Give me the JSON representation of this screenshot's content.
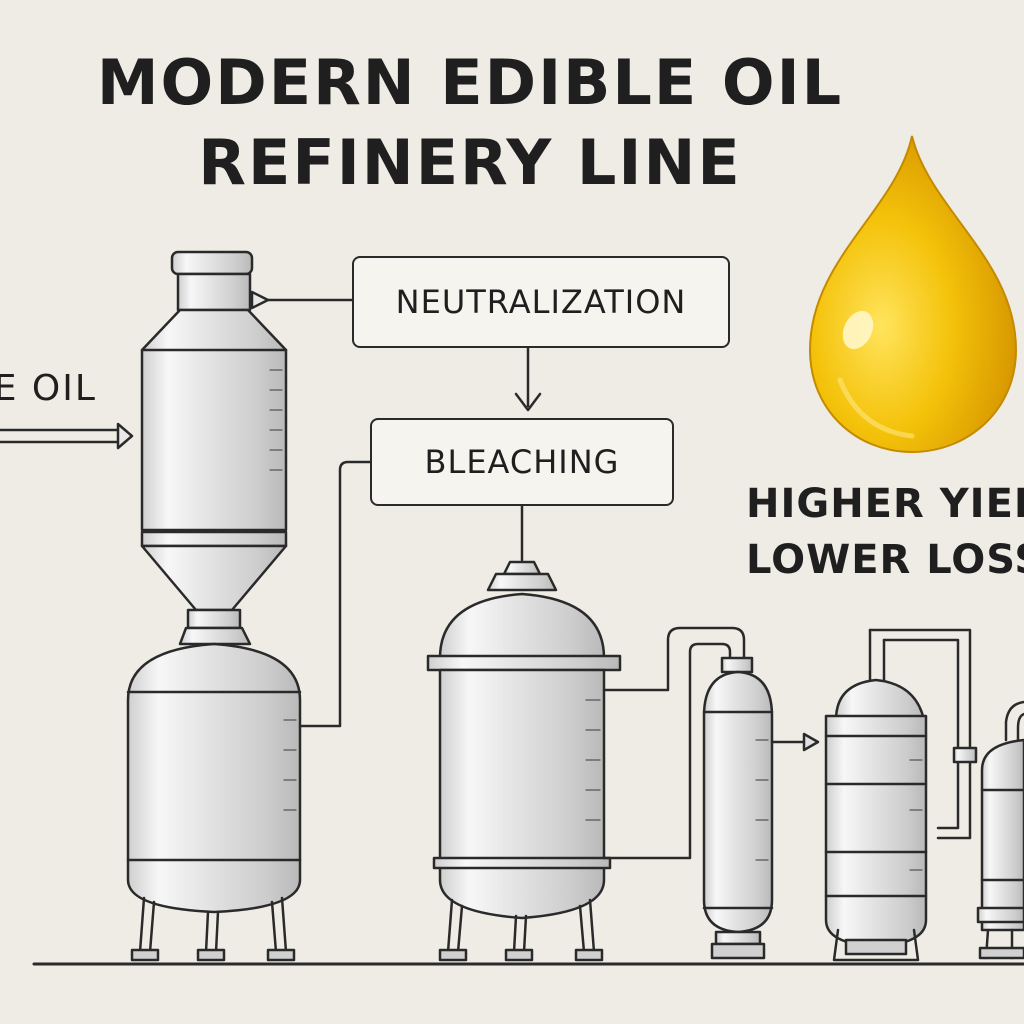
{
  "title": {
    "line1": "MODERN EDIBLE OIL",
    "line2": "REFINERY LINE"
  },
  "process_steps": [
    {
      "label": "NEUTRALIZATION"
    },
    {
      "label": "BLEACHING"
    }
  ],
  "inlet_label": "DE OIL",
  "slogan": {
    "line1": "HIGHER YIEL",
    "line2": "LOWER LOSS"
  },
  "colors": {
    "background": "#efece6",
    "outline": "#2a2a2a",
    "steel": "#dcdcdc",
    "oil_gold": "#f2b705"
  },
  "icons": [
    "oil-drop-icon"
  ]
}
